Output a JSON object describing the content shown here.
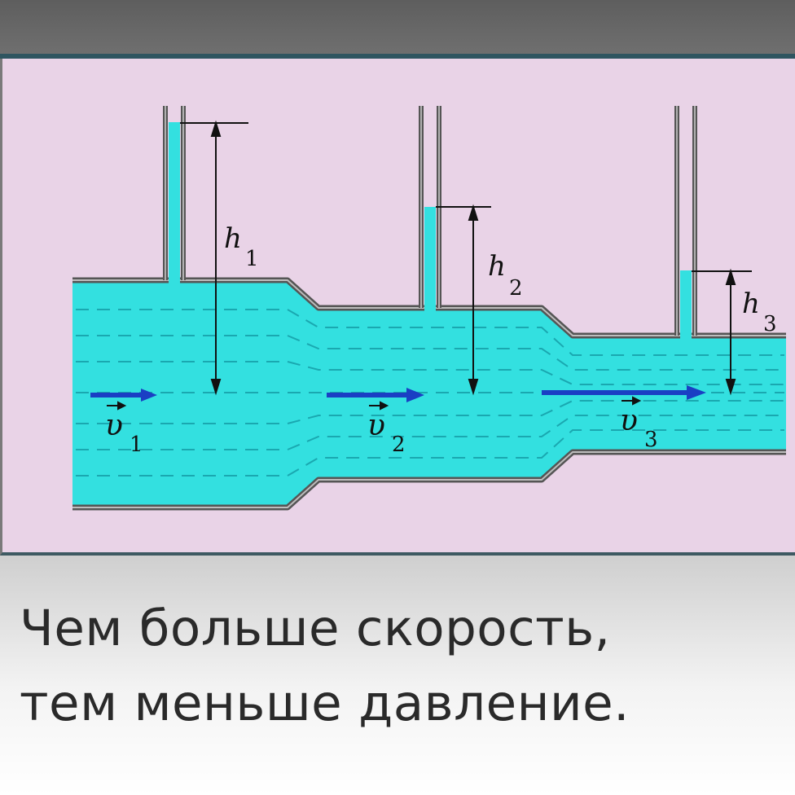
{
  "diagram": {
    "height_labels": [
      {
        "symbol": "h",
        "subscript": "1"
      },
      {
        "symbol": "h",
        "subscript": "2"
      },
      {
        "symbol": "h",
        "subscript": "3"
      }
    ],
    "velocity_labels": [
      {
        "symbol": "υ",
        "subscript": "1"
      },
      {
        "symbol": "υ",
        "subscript": "2"
      },
      {
        "symbol": "υ",
        "subscript": "3"
      }
    ],
    "colors": {
      "background": "#e9d3e7",
      "water": "#33e0e0",
      "pipe": "#555555",
      "arrow": "#1a3fc4"
    }
  },
  "caption": {
    "line1": "Чем больше скорость,",
    "line2": "тем меньше давление."
  }
}
